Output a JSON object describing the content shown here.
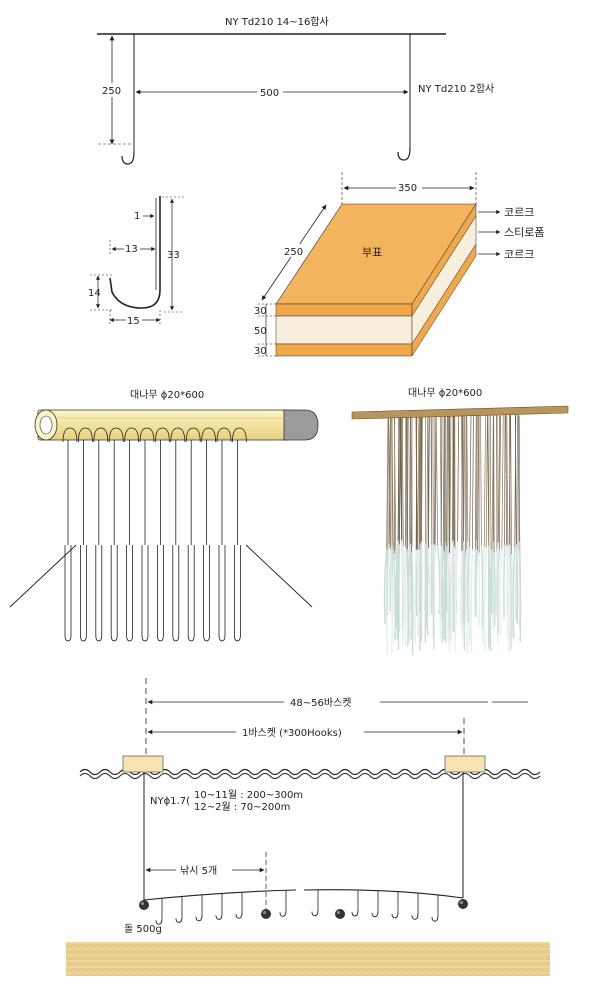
{
  "section1": {
    "mainline_label": "NY Td210  14~16합사",
    "branch_label": "NY Td210 2합사",
    "drop_value": "250",
    "spacing_value": "500"
  },
  "hook": {
    "top_width": "1",
    "gape_width": "13",
    "length": "33",
    "bend_height": "14",
    "bottom_width": "15"
  },
  "float": {
    "width_value": "350",
    "depth_value": "250",
    "center_label": "부표",
    "layer_top": "코르크",
    "layer_middle": "스티로폼",
    "layer_bottom": "코르크",
    "thickness_top": "30",
    "thickness_middle": "50",
    "thickness_bottom": "30",
    "colors": {
      "cork_top": "#f4b35d",
      "cork_side": "#f0a84a",
      "foam": "#f7efdc"
    }
  },
  "bamboo": {
    "left_label": "대나무 ϕ20*600",
    "right_label": "대나무 ϕ20*600"
  },
  "longline": {
    "total_span": "48~56바스켓",
    "basket_span": "1바스켓 (*300Hooks)",
    "float_line": "NYϕ1.7(",
    "depth_nov_jan": "10~11월 : 200~300m",
    "depth_dec_feb": "12~2월 : 70~200m",
    "hooks_label": "낚시 5개",
    "stone_label": "돌 500g"
  }
}
